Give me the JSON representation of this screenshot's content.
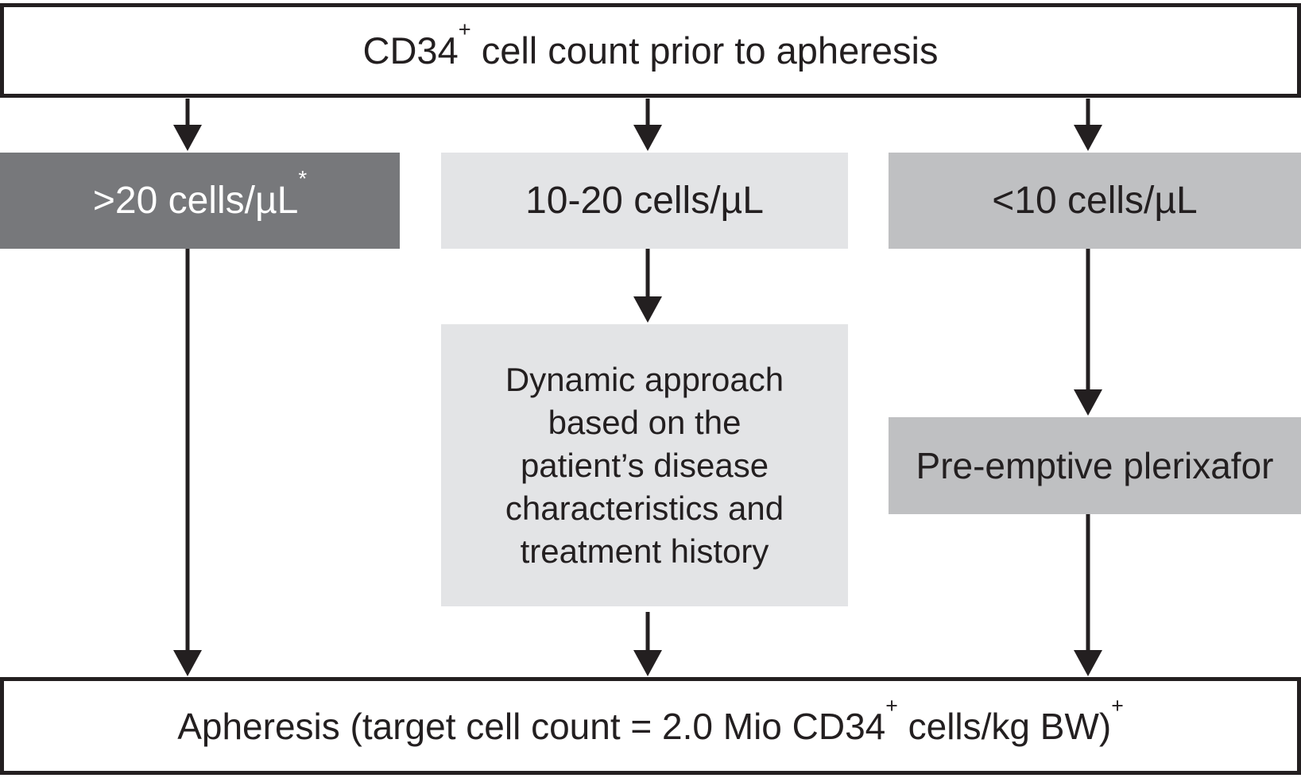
{
  "diagram": {
    "title_box": {
      "prefix": "CD34",
      "sup": "+",
      "suffix": " cell count prior to apheresis"
    },
    "branch_boxes": [
      {
        "label": ">20 cells/µL",
        "sup": "*"
      },
      {
        "label": "10-20 cells/µL"
      },
      {
        "label": "<10 cells/µL"
      }
    ],
    "dynamic_box": {
      "lines": [
        "Dynamic approach",
        "based on the",
        "patient’s disease",
        "characteristics and",
        "treatment history"
      ]
    },
    "plerixafor_box": {
      "label": "Pre-emptive plerixafor"
    },
    "apheresis_box": {
      "prefix": "Apheresis (target cell count = 2.0 Mio CD34",
      "sup1": "+",
      "middle": " cells/kg BW)",
      "sup2": "+"
    },
    "icons": {
      "connector": "arrow-down-icon"
    },
    "colors": {
      "dark_gray": "#77787b",
      "light_gray": "#e3e4e6",
      "medium_gray": "#bfc0c2",
      "ink": "#231f20",
      "background": "#ffffff"
    }
  }
}
